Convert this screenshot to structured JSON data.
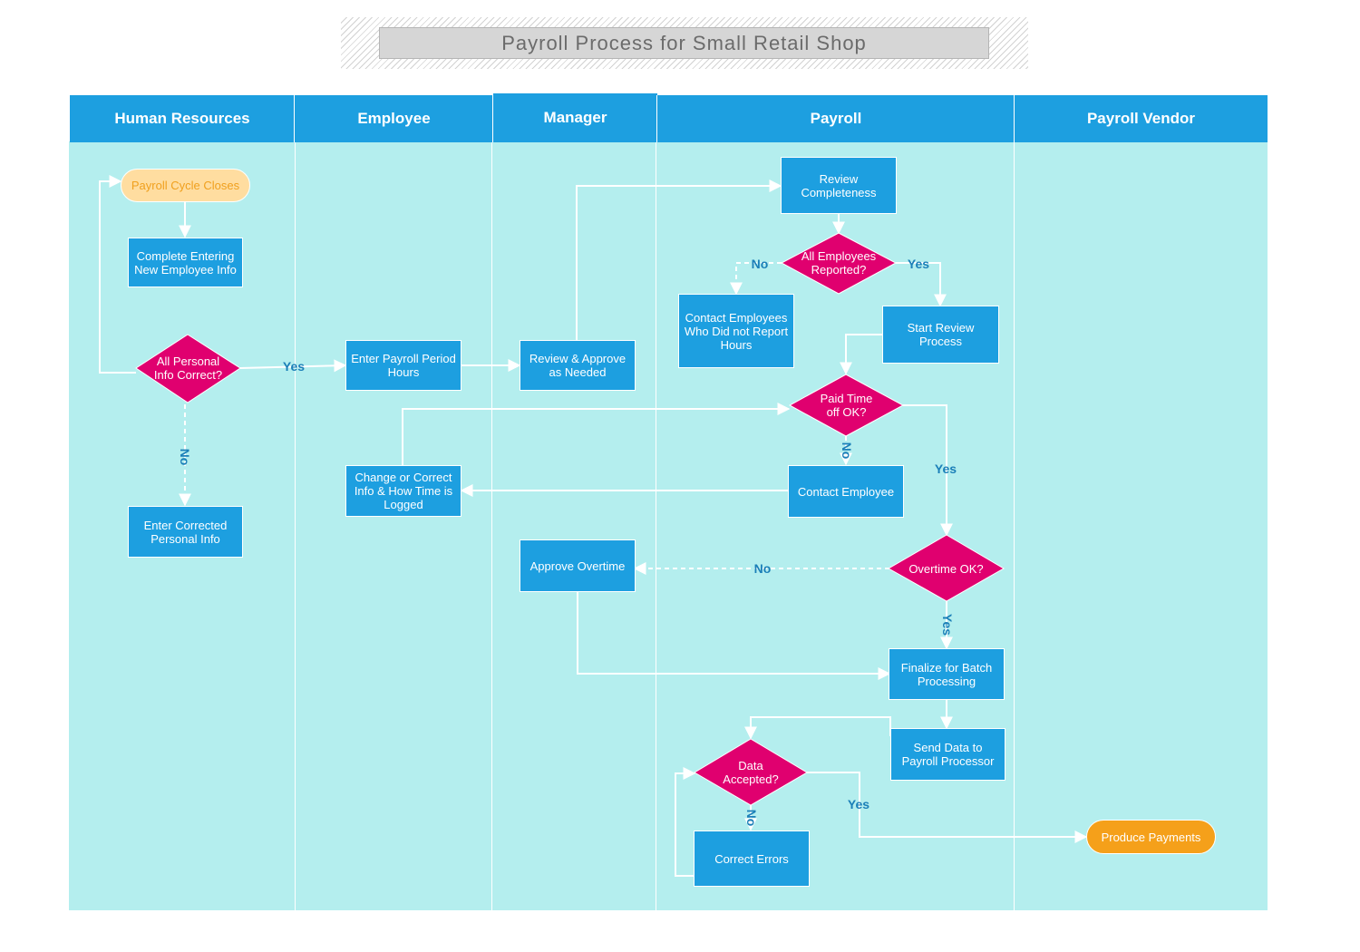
{
  "title": "Payroll Process for Small Retail Shop",
  "lanes": {
    "hr": "Human Resources",
    "employee": "Employee",
    "manager": "Manager",
    "payroll": "Payroll",
    "vendor": "Payroll Vendor"
  },
  "nodes": {
    "payroll_cycle_closes": "Payroll Cycle Closes",
    "complete_entering": [
      "Complete Entering",
      "New Employee Info"
    ],
    "all_personal_info": [
      "All Personal",
      "Info Correct?"
    ],
    "enter_corrected": [
      "Enter Corrected",
      "Personal Info"
    ],
    "enter_payroll_hours": [
      "Enter Payroll Period",
      "Hours"
    ],
    "change_or_correct": [
      "Change or Correct",
      "Info & How Time is",
      "Logged"
    ],
    "review_approve": [
      "Review & Approve",
      "as Needed"
    ],
    "approve_overtime": "Approve Overtime",
    "review_completeness": [
      "Review",
      "Completeness"
    ],
    "all_employees_reported": [
      "All Employees",
      "Reported?"
    ],
    "contact_employees": [
      "Contact Employees",
      "Who Did not Report",
      "Hours"
    ],
    "start_review": [
      "Start Review",
      "Process"
    ],
    "paid_time_off": [
      "Paid Time",
      "off OK?"
    ],
    "contact_employee": "Contact Employee",
    "overtime_ok": "Overtime OK?",
    "finalize_batch": [
      "Finalize for Batch",
      "Processing"
    ],
    "send_data": [
      "Send Data to",
      "Payroll Processor"
    ],
    "data_accepted": [
      "Data",
      "Accepted?"
    ],
    "correct_errors": "Correct Errors",
    "produce_payments": "Produce Payments"
  },
  "edge_labels": {
    "personal_yes": "Yes",
    "personal_no": "No",
    "reported_no": "No",
    "reported_yes": "Yes",
    "pto_no": "No",
    "pto_yes": "Yes",
    "overtime_no": "No",
    "overtime_yes": "Yes",
    "accepted_no": "No",
    "accepted_yes": "Yes"
  },
  "colors": {
    "lane_header": "#1d9fe0",
    "lane_body": "#b4eeee",
    "process": "#1d9fe0",
    "decision": "#e0006f",
    "start_terminal": "#ffdda0",
    "end_terminal": "#f5a01a",
    "connector": "#ffffff",
    "edge_label": "#1b7fb8"
  }
}
